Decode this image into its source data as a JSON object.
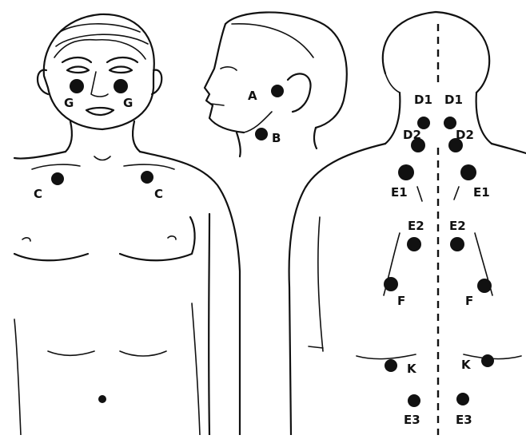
{
  "points": [
    {
      "id": "A",
      "label": "A",
      "view": "side"
    },
    {
      "id": "B",
      "label": "B",
      "view": "side"
    },
    {
      "id": "C-left",
      "label": "C",
      "view": "front"
    },
    {
      "id": "C-right",
      "label": "C",
      "view": "front"
    },
    {
      "id": "G-left",
      "label": "G",
      "view": "front"
    },
    {
      "id": "G-right",
      "label": "G",
      "view": "front"
    },
    {
      "id": "D1-left",
      "label": "D1",
      "view": "back"
    },
    {
      "id": "D1-right",
      "label": "D1",
      "view": "back"
    },
    {
      "id": "D2-left",
      "label": "D2",
      "view": "back"
    },
    {
      "id": "D2-right",
      "label": "D2",
      "view": "back"
    },
    {
      "id": "E1-left",
      "label": "E1",
      "view": "back"
    },
    {
      "id": "E1-right",
      "label": "E1",
      "view": "back"
    },
    {
      "id": "E2-left",
      "label": "E2",
      "view": "back"
    },
    {
      "id": "E2-right",
      "label": "E2",
      "view": "back"
    },
    {
      "id": "F-left",
      "label": "F",
      "view": "back"
    },
    {
      "id": "F-right",
      "label": "F",
      "view": "back"
    },
    {
      "id": "K-left",
      "label": "K",
      "view": "back"
    },
    {
      "id": "K-right",
      "label": "K",
      "view": "back"
    },
    {
      "id": "E3-left",
      "label": "E3",
      "view": "back"
    },
    {
      "id": "E3-right",
      "label": "E3",
      "view": "back"
    }
  ]
}
